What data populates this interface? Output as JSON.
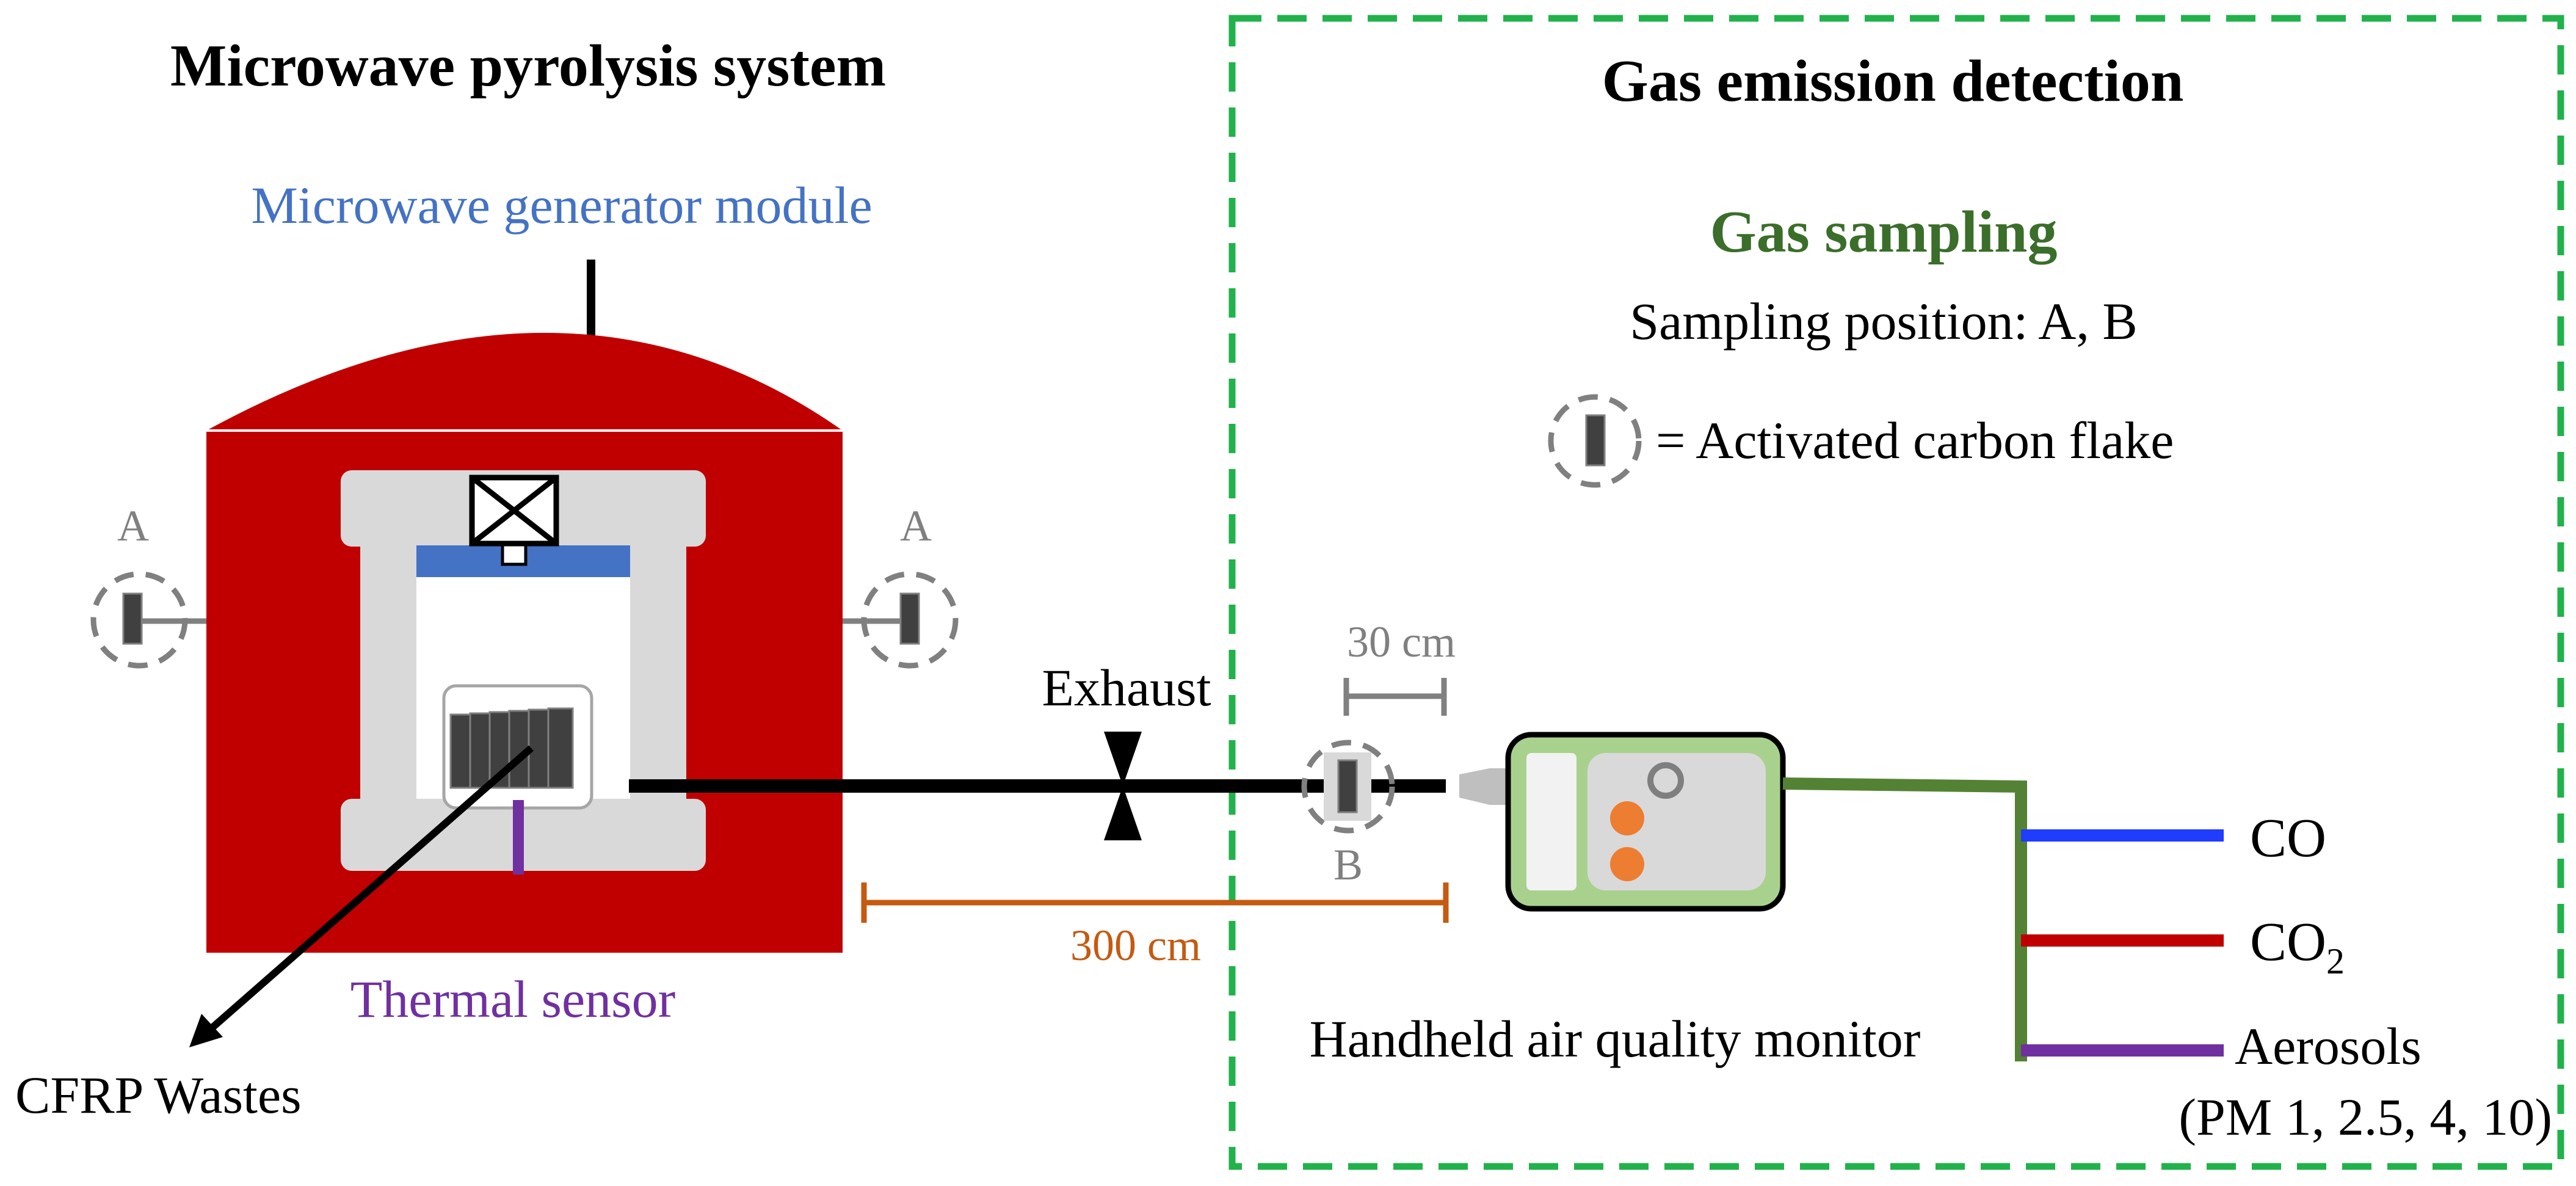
{
  "left_title": "Microwave pyrolysis system",
  "right_title": "Gas emission detection",
  "labels": {
    "microwave_generator": "Microwave generator module",
    "thermal_sensor": "Thermal sensor",
    "cfrp_wastes": "CFRP Wastes",
    "exhaust": "Exhaust",
    "distance_300": "300 cm",
    "distance_30": "30 cm",
    "position_a_left": "A",
    "position_a_right": "A",
    "position_b": "B",
    "monitor": "Handheld air quality monitor"
  },
  "legend": {
    "heading": "Gas sampling",
    "sampling_position": "Sampling position: A, B",
    "flake_legend": "= Activated carbon flake"
  },
  "outputs": [
    {
      "label": "CO",
      "color": "#1f3cff"
    },
    {
      "label": "CO",
      "subscript": "2",
      "color": "#c00000"
    },
    {
      "label": "Aerosols",
      "color": "#7030a0"
    }
  ],
  "aerosol_detail": "(PM 1, 2.5, 4, 10)",
  "colors": {
    "furnace": "#c00000",
    "frame": "#d9d9d9",
    "generator_bar": "#4472c4",
    "thermal_sensor": "#7030a0",
    "distance_300": "#c55a11",
    "gas_sampling": "#3a6e2a",
    "dashed_box": "#22b24c",
    "monitor_body": "#a9d18e",
    "monitor_dots": "#ed7d31",
    "trunk": "#548235"
  }
}
